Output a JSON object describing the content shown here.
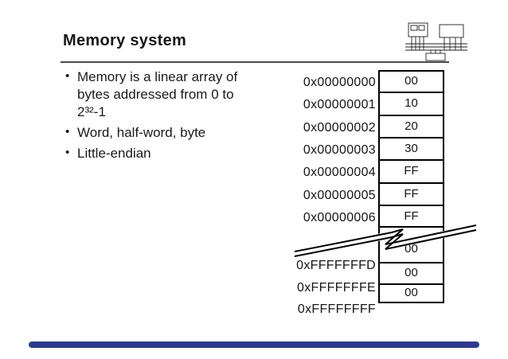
{
  "slide": {
    "title": "Memory system",
    "bullet_char": "•",
    "bullets": [
      {
        "lines": [
          "Memory is a linear array of",
          "bytes addressed from 0 to",
          "2³²-1"
        ]
      },
      {
        "lines": [
          "Word, half-word, byte"
        ]
      },
      {
        "lines": [
          "Little-endian"
        ]
      }
    ]
  },
  "memory_diagram": {
    "top_section": {
      "addresses": [
        "0x00000000",
        "0x00000001",
        "0x00000002",
        "0x00000003",
        "0x00000004",
        "0x00000005",
        "0x00000006"
      ],
      "values": [
        "00",
        "10",
        "20",
        "30",
        "FF",
        "FF",
        "FF"
      ]
    },
    "bottom_section": {
      "addresses": [
        "0xFFFFFFFD",
        "0xFFFFFFFE",
        "0xFFFFFFFF"
      ],
      "values": [
        "00",
        "00",
        "00"
      ]
    }
  },
  "logo": {
    "name": "system-block-diagram"
  },
  "colors": {
    "accent_bar": "#2d3a93",
    "text": "#1a1a1a",
    "rule": "#4a4a4a",
    "diagram_line": "#000000"
  }
}
